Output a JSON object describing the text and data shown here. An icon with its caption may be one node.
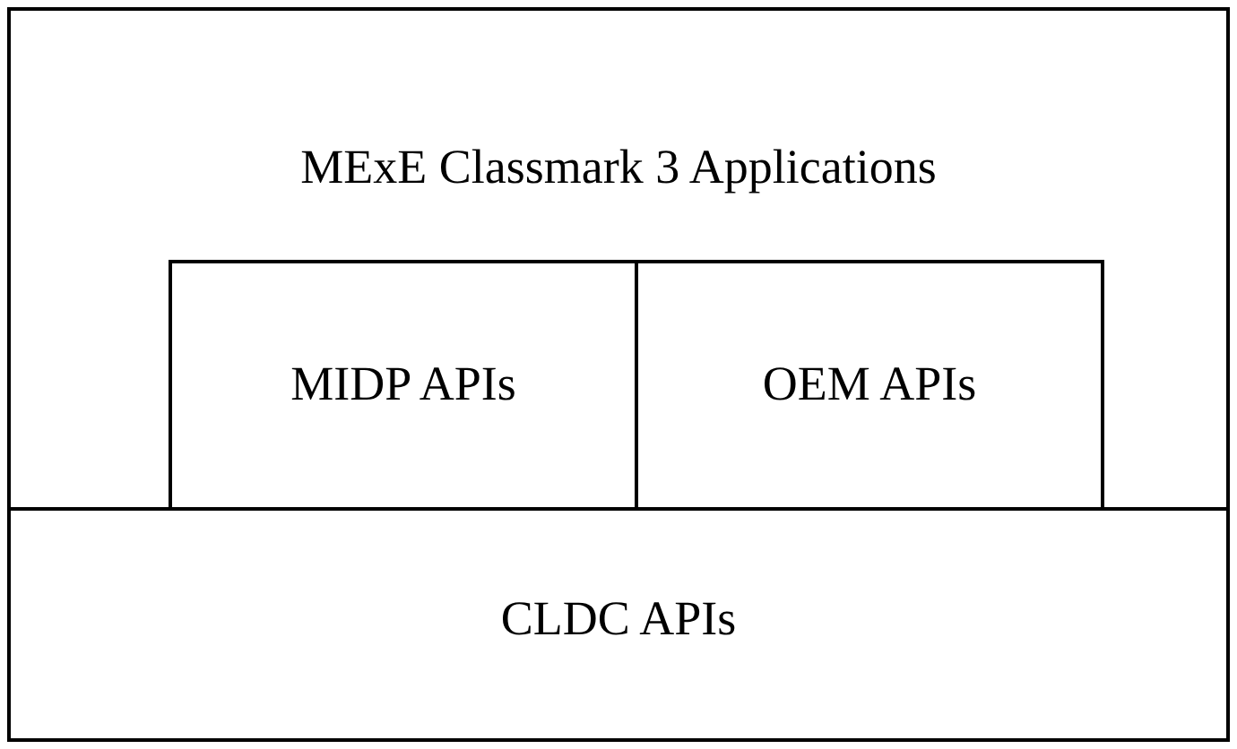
{
  "diagram": {
    "nodes": [
      {
        "text": [
          "MExE Classmark 3 Applications"
        ]
      },
      {
        "text": [
          "MIDP APIs"
        ],
        "in": 0
      },
      {
        "text": [
          "OEM APIs"
        ],
        "in": 0
      },
      {
        "text": [
          "CLDC APIs"
        ]
      }
    ]
  }
}
